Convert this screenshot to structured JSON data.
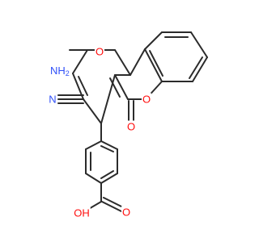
{
  "molecule": {
    "atoms": {
      "amine": {
        "text": "NH",
        "subscript": "2",
        "color": "#3050F8"
      },
      "pyran_oxygen": {
        "text": "O",
        "color": "#FF0D0D"
      },
      "lactone_oxygen": {
        "text": "O",
        "color": "#FF0D0D"
      },
      "carbonyl_oxygen": {
        "text": "O",
        "color": "#FF0D0D"
      },
      "nitrile_nitrogen": {
        "text": "N",
        "color": "#3050F8"
      },
      "hydroxyl": {
        "text": "OH",
        "color": "#FF0D0D"
      },
      "acid_carbonyl_oxygen": {
        "text": "O",
        "color": "#FF0D0D"
      }
    },
    "bond_color": "#2b2b2b"
  }
}
